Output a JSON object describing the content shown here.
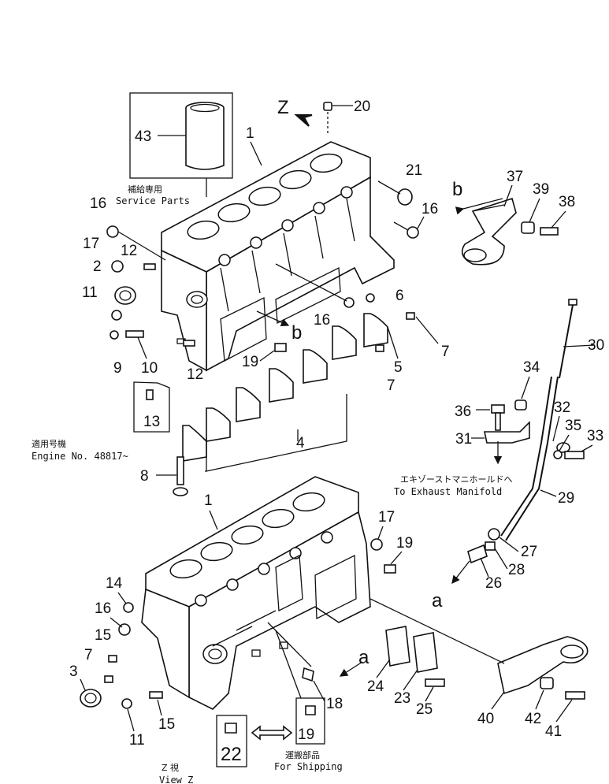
{
  "view_marker": "Z",
  "notes": {
    "service_parts_jp": "補給専用",
    "service_parts_en": "Service Parts",
    "engine_no_jp": "適用号機",
    "engine_no_en": "Engine No. 48817~",
    "exhaust_jp": "エキゾーストマニホールドへ",
    "exhaust_en": "To Exhaust Manifold",
    "view_z_jp": "Z 視",
    "view_z_en": "View Z",
    "shipping_jp": "運搬部品",
    "shipping_en": "For Shipping"
  },
  "refs": {
    "a": "a",
    "b": "b"
  },
  "callouts": {
    "c1": "1",
    "c2": "2",
    "c3": "3",
    "c4": "4",
    "c5": "5",
    "c6": "6",
    "c7": "7",
    "c8": "8",
    "c9": "9",
    "c10": "10",
    "c11": "11",
    "c12": "12",
    "c13": "13",
    "c14": "14",
    "c15": "15",
    "c16": "16",
    "c17": "17",
    "c18": "18",
    "c19": "19",
    "c20": "20",
    "c21": "21",
    "c22": "22",
    "c23": "23",
    "c24": "24",
    "c25": "25",
    "c26": "26",
    "c27": "27",
    "c28": "28",
    "c29": "29",
    "c30": "30",
    "c31": "31",
    "c32": "32",
    "c33": "33",
    "c34": "34",
    "c35": "35",
    "c36": "36",
    "c37": "37",
    "c38": "38",
    "c39": "39",
    "c40": "40",
    "c41": "41",
    "c42": "42",
    "c43": "43"
  }
}
